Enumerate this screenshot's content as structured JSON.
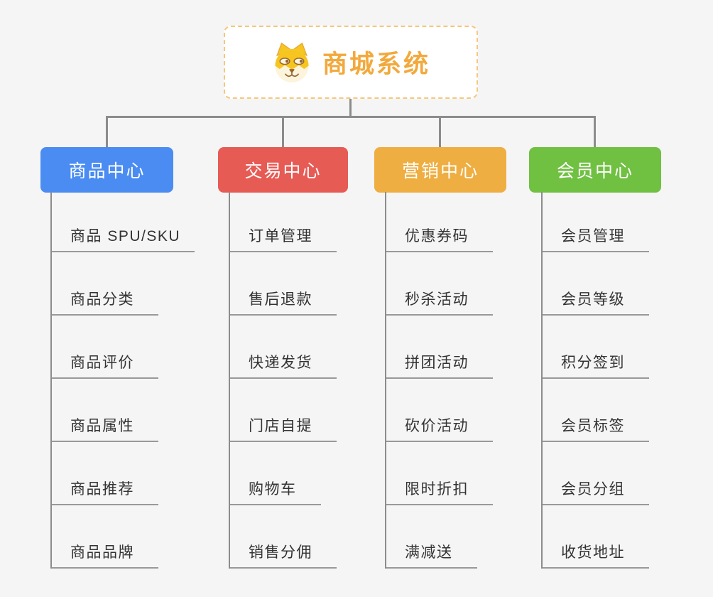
{
  "root": {
    "title": "商城系统",
    "icon": "doge-icon",
    "title_color": "#F2A93C",
    "border_color": "#F6C77F"
  },
  "line_color": "#8C8C8C",
  "background_color": "#F5F5F5",
  "branches": [
    {
      "label": "商品中心",
      "color": "#4A8CF2",
      "items": [
        "商品 SPU/SKU",
        "商品分类",
        "商品评价",
        "商品属性",
        "商品推荐",
        "商品品牌"
      ]
    },
    {
      "label": "交易中心",
      "color": "#E75B55",
      "items": [
        "订单管理",
        "售后退款",
        "快递发货",
        "门店自提",
        "购物车",
        "销售分佣"
      ]
    },
    {
      "label": "营销中心",
      "color": "#EFAE41",
      "items": [
        "优惠券码",
        "秒杀活动",
        "拼团活动",
        "砍价活动",
        "限时折扣",
        "满减送"
      ]
    },
    {
      "label": "会员中心",
      "color": "#70C042",
      "items": [
        "会员管理",
        "会员等级",
        "积分签到",
        "会员标签",
        "会员分组",
        "收货地址"
      ]
    }
  ]
}
